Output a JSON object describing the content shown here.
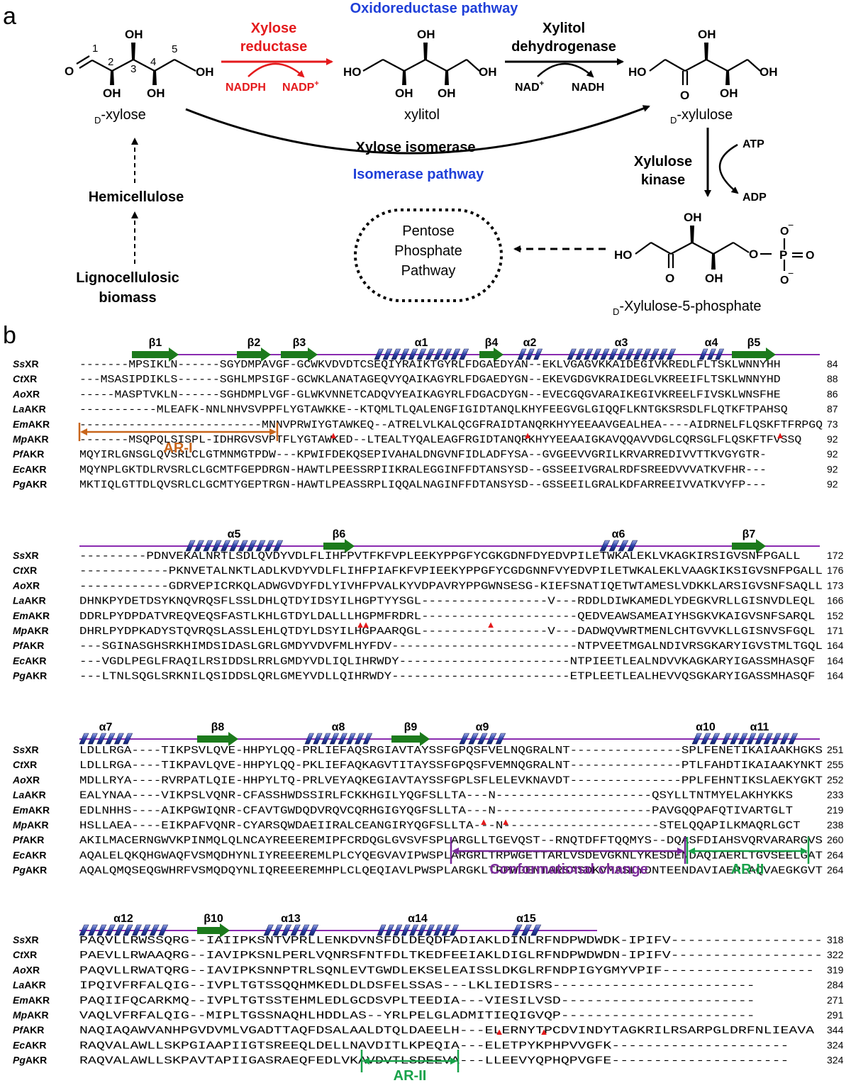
{
  "panel_a": {
    "label": "a",
    "oxidoreductase_title": "Oxidoreductase pathway",
    "isomerase_title": "Isomerase pathway",
    "xylose_reductase": [
      "Xylose",
      "reductase"
    ],
    "xylitol_dehydrogenase": [
      "Xylitol",
      "dehydrogenase"
    ],
    "nadph": "NADPH",
    "nadp": "NADP",
    "nad": "NAD",
    "nadh": "NADH",
    "xylose_isomerase": "Xylose isomerase",
    "xylulose_kinase": [
      "Xylulose",
      "kinase"
    ],
    "atp": "ATP",
    "adp": "ADP",
    "hemicellulose": "Hemicellulose",
    "lignocellulosic": [
      "Lignocellulosic",
      "biomass"
    ],
    "ppp": [
      "Pentose",
      "Phosphate",
      "Pathway"
    ],
    "d_prefix": "D",
    "xylose_name": "-xylose",
    "xylitol_name": "xylitol",
    "xylulose_name": "-xylulose",
    "xylulose5p_name": "-Xylulose-5-phosphate",
    "oh": "OH",
    "ho": "HO",
    "o": "O",
    "p": "P",
    "carbon_numbers": [
      "1",
      "2",
      "3",
      "4",
      "5"
    ]
  },
  "panel_b": {
    "label": "b",
    "colors": {
      "red": "#e41a1c",
      "blue": "#1f3fd8",
      "black": "#000000",
      "helix": "#2a3fa8",
      "strand": "#1c7a1c",
      "line": "#8a2bb0",
      "orange": "#c8651b",
      "purple": "#7a2a9a",
      "green": "#18a24a"
    },
    "marker_glyph": "▲",
    "blocks": [
      {
        "ss_labels": [
          "β1",
          "β2",
          "β3",
          "α1",
          "β4",
          "α2",
          "α3",
          "α4",
          "β5"
        ],
        "rows": [
          {
            "name": "SsXR",
            "seq": "-------MPSIKLN------SGYDMPAVGF-GCWKVDVDTCSEQIYRAIKTGYRLFDGAEDYAN--EKLVGAGVKKAIDEGIVKREDLFLTSKLWNNYHH",
            "num": "84"
          },
          {
            "name": "CtXR",
            "seq": "---MSASIPDIKLS------SGHLMPSIGF-GCWKLANATAGEQVYQAIKAGYRLFDGAEDYGN--EKEVGDGVKRAIDEGLVKREEIFLTSKLWNNYHD",
            "num": "88"
          },
          {
            "name": "AoXR",
            "seq": "-----MASPTVKLN------SGHDMPLVGF-GLWKVNNETCADQVYEAIKAGYRLFDGACDYGN--EVECGQGVARAIKEGIVKREELFIVSKLWNSFHE",
            "num": "86"
          },
          {
            "name": "LaAKR",
            "seq": "-----------MLEAFK-NNLNHVSVPPFLYGTAWKKE--KTQMLTLQALENGFIGIDTANQLKHYFEEGVGLGIQQFLKNTGKSRSDLFLQTKFTPAHSQ",
            "num": "87"
          },
          {
            "name": "EmAKR",
            "seq": "--------------------------MNNVPRWIYGTAWKEQ--ATRELVLKALQCGFRAIDTANQRKHYYEEAAVGEALHEA----AIDRNELFLQSKFTFRPGQ",
            "num": "73"
          },
          {
            "name": "MpAKR",
            "seq": "-------MSQPQLSISPL-IDHRGVSVPTFLYGTAWKED--LTEALTYQALEAGFRGIDTANQRKHYYEEAAIGKAVQQAVVDGLCQRSGLFLQSKFTFVSSQ",
            "num": "92"
          },
          {
            "name": "PfAKR",
            "seq": "MQYIRLGNSGLQVSRLCLGTMNMGTPDW---KPWIFDEKQSEPIVAHALDNGVNFIDLADFYSA--GVGEEVVGRILKRVARREDIVVTTKVGYGTR-",
            "num": "92"
          },
          {
            "name": "EcAKR",
            "seq": "MQYNPLGKTDLRVSRLCLGCMTFGEPDRGN-HAWTLPEESSRPIIKRALEGGINFFDTANSYSD--GSSEEIVGRALRDFSREEDVVVATKVFHR---",
            "num": "92"
          },
          {
            "name": "PgAKR",
            "seq": "MKTIQLGTTDLQVSRLCLGCMTYGEPTRGN-HAWTLPEASSRPLIQQALNAGINFFDTANSYSD--GSSEEILGRALKDFARREEIVVATKVYFP---",
            "num": "92"
          }
        ]
      },
      {
        "ss_labels": [
          "α5",
          "β6",
          "α6",
          "β7"
        ],
        "rows": [
          {
            "name": "SsXR",
            "seq": "---------PDNVEKALNRTLSDLQVDYVDLFLIHFPVTFKFVPLEEKYPPGFYCGKGDNFDYEDVPILETWKALEKLVKAGKIRSIGVSNFPGALL",
            "num": "172"
          },
          {
            "name": "CtXR",
            "seq": "------------PKNVETALNKTLADLKVDYVDLFLIHFPIAFKFVPIEEKYPPGFYCGDGNNFVYEDVPILETWKALEKLVAAGKIKSIGVSNFPGALL",
            "num": "176"
          },
          {
            "name": "AoXR",
            "seq": "------------GDRVEPICRKQLADWGVDYFDLYIVHFPVALKYVDPAVRYPPGWNSESG-KIEFSNATIQETWTAMESLVDKKLARSIGVSNFSAQLL",
            "num": "173"
          },
          {
            "name": "LaAKR",
            "seq": "DHNKPYDETDSYKNQVRQSFLSSLDHLQTDYIDSYILHGPTYYSGL-----------------V---RDDLDIWKAMEDLYDEGKVRLLGISNVDLEQL",
            "num": "166"
          },
          {
            "name": "EmAKR",
            "seq": "DDRLPYDPDATVREQVEQSFASTLKHLGTDYLDALLLHGPMFRDRL---------------------QEDVEAWSAMEAIYHSGKVKAIGVSNFSARQL",
            "num": "152"
          },
          {
            "name": "MpAKR",
            "seq": "DHRLPYDPKADYSTQVRQSLASSLEHLQTDYLDSYILHGPAARQGL-----------------V---DADWQVWRTMENLCHTGVVKLLGISNVSFGQL",
            "num": "171"
          },
          {
            "name": "PfAKR",
            "seq": "---SGINASGHSRKHIMDSIDASLGRLGMDYVDVFMLHYFDV-------------------------NTPVEETMGALNDIVRSGKARYIGVSTMLTGQL",
            "num": "164"
          },
          {
            "name": "EcAKR",
            "seq": "---VGDLPEGLFRAQILRSIDDSLRRLGMDYVDLIQLIHRWDY-----------------------NTPIEETLEALNDVVKAGKARYIGASSMHASQF",
            "num": "164"
          },
          {
            "name": "PgAKR",
            "seq": "---LTNLSQGLSRKNILQSIDDSLQRLGMEYVDLLQIHRWDY------------------------ETPLEETLEALHEVVQSGKARYIGASSMHASQF",
            "num": "164"
          }
        ]
      },
      {
        "ss_labels": [
          "α7",
          "β8",
          "α8",
          "β9",
          "α9",
          "α10",
          "α11"
        ],
        "rows": [
          {
            "name": "SsXR",
            "seq": "LDLLRGA----TIKPSVLQVE-HHPYLQQ-PRLIEFAQSRGIAVTAYSSFGPQSFVELNQGRALNT---------------SPLFENETIKAIAAKHGKS",
            "num": "251"
          },
          {
            "name": "CtXR",
            "seq": "LDLLRGA----TIKPAVLQVE-HHPYLQQ-PKLIEFAQKAGVTITAYSSFGPQSFVEMNQGRALNT---------------PTLFAHDTIKAIAAKYNKT",
            "num": "255"
          },
          {
            "name": "AoXR",
            "seq": "MDLLRYA----RVRPATLQIE-HHPYLTQ-PRLVEYAQKEGIAVTAYSSFGPLSFLELEVKNAVDT---------------PPLFEHNTIKSLAEKYGKT",
            "num": "252"
          },
          {
            "name": "LaAKR",
            "seq": "EALYNAA----VIKPSLVQNR-CFASSHWDSSIRLFCKKHGILYQGFSLLTA---N---------------------QSYLLTNTMYELAKHYKKS",
            "num": "233"
          },
          {
            "name": "EmAKR",
            "seq": "EDLNHHS----AIKPGWIQNR-CFAVTGWDQDVRQVCQRHGIGYQGFSLLTA---N---------------------PAVGQQPAFQTIVARTGLT",
            "num": "219"
          },
          {
            "name": "MpAKR",
            "seq": "HSLLAEA----EIKPAFVQNR-CYARSQWDAEIIRALCEANGIRYQGFSLLTA---N---------------------STELQQAPILKMAQRLGCT",
            "num": "238"
          },
          {
            "name": "PfAKR",
            "seq": "AKILMACERNGWVKPINMQLQLNCAYREEEREMIPFCRDQGLGVSVFSPLARGLLTGEVQST--RNQTDFFTQQMYS--DQASFDIAHSVQRVARARGVS",
            "num": "260"
          },
          {
            "name": "EcAKR",
            "seq": "AQALELQKQHGWAQFVSMQDHYNLIYREEEREMLPLCYQEGVAVIPWSPLARGRLTRPWGETTARLVSDEVGKNLYKESDENDAQIAERLTGVSEELGAT",
            "num": "264"
          },
          {
            "name": "PgAKR",
            "seq": "AQALQMQSEQGWHRFVSMQDQYNLIQREEEREMHPLCLQEQIAVLPWSPLARGKLTRPWGENTARSASDKVMASLYDNTEENDAVIAERLAQVAEGKGVT",
            "num": "264"
          }
        ]
      },
      {
        "ss_labels": [
          "α12",
          "β10",
          "α13",
          "α14",
          "α15"
        ],
        "rows": [
          {
            "name": "SsXR",
            "seq": "PAQVLLRWSSQRG--IAIIPKSNTVPRLLENKDVNSFDLDEQDFADIAKLDINLRFNDPWDWDK-IPIFV------------------",
            "num": "318"
          },
          {
            "name": "CtXR",
            "seq": "PAEVLLRWAAQRG--IAVIPKSNLPERLVQNRSFNTFDLTKEDFEEIAKLDIGLRFNDPWDWDN-IPIFV------------------",
            "num": "322"
          },
          {
            "name": "AoXR",
            "seq": "PAQVLLRWATQRG--IAVIPKSNNPTRLSQNLEVTGWDLEKSELEAISSLDKGLRFNDPIGYGMYVPIF------------------",
            "num": "319"
          },
          {
            "name": "LaAKR",
            "seq": "IPQIVFRFALQIG--IVPLTGTSSQQHMKEDLDLDSFELSSAS---LKLIEDISRS------------------------",
            "num": "284"
          },
          {
            "name": "EmAKR",
            "seq": "PAQIIFQCARKMQ--IVPLTGTSSTEHMLEDLGCDSVPLTEEDIA---VIESILVSD-----------------------",
            "num": "271"
          },
          {
            "name": "MpAKR",
            "seq": "VAQLVFRFALQIG--MIPLTGSSNAQHLHDDLAS--YRLPELGLADMITIEQIGVQP-----------------------",
            "num": "291"
          },
          {
            "name": "PfAKR",
            "seq": "NAQIAQAWVANHPGVDVMLVGADTTAQFDSALAALDTQLDAEELH---ELERNYTPCDVINDYTAGKRILRSARPGLDRFNLIEAVA",
            "num": "344"
          },
          {
            "name": "EcAKR",
            "seq": "RAQVALAWLLSKPGIAAPIIGTSREEQLDELLNAVDITLKPEQIA---ELETPYKPHPVVGFK---------------------",
            "num": "324"
          },
          {
            "name": "PgAKR",
            "seq": "RAQVALAWLLSKPAVTAPIIGASRAEQFEDLVKAVDVTLSDEEVA---LLEEVYQPHQPVGFE---------------------",
            "num": "324"
          }
        ]
      }
    ],
    "region_labels": {
      "ar1": "AR-I",
      "conformational": "Conformational change",
      "ar2_block3": "AR-II",
      "ar2_block4": "AR-II"
    }
  }
}
